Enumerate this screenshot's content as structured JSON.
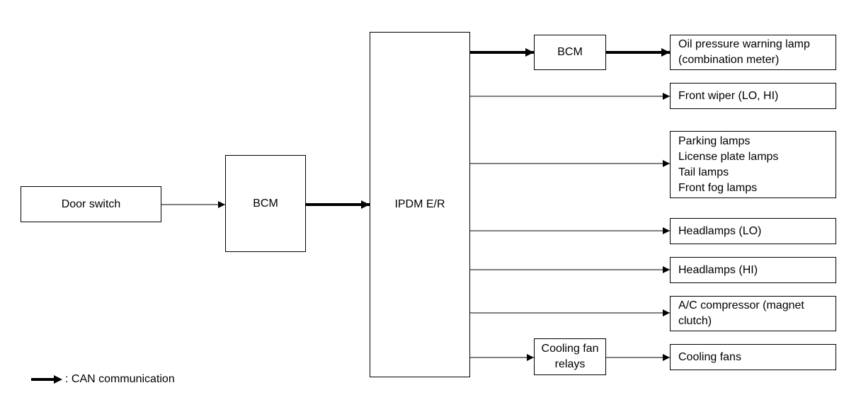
{
  "blocks": {
    "door_switch": "Door switch",
    "bcm_input": "BCM",
    "ipdm": "IPDM E/R",
    "bcm_output": "BCM",
    "cooling_fan_relays": [
      "Cooling fan",
      "relays"
    ]
  },
  "outputs": {
    "oil_pressure_lamp": [
      "Oil pressure warning lamp",
      "(combination meter)"
    ],
    "front_wiper": "Front wiper (LO, HI)",
    "lamps": [
      "Parking lamps",
      "License plate lamps",
      "Tail lamps",
      "Front fog lamps"
    ],
    "headlamps_lo": "Headlamps (LO)",
    "headlamps_hi": "Headlamps (HI)",
    "ac_compressor": [
      "A/C compressor (magnet",
      "clutch)"
    ],
    "cooling_fans": "Cooling fans"
  },
  "legend": {
    "can_label": ": CAN communication"
  },
  "colors": {
    "line": "#000000",
    "background": "#ffffff"
  }
}
